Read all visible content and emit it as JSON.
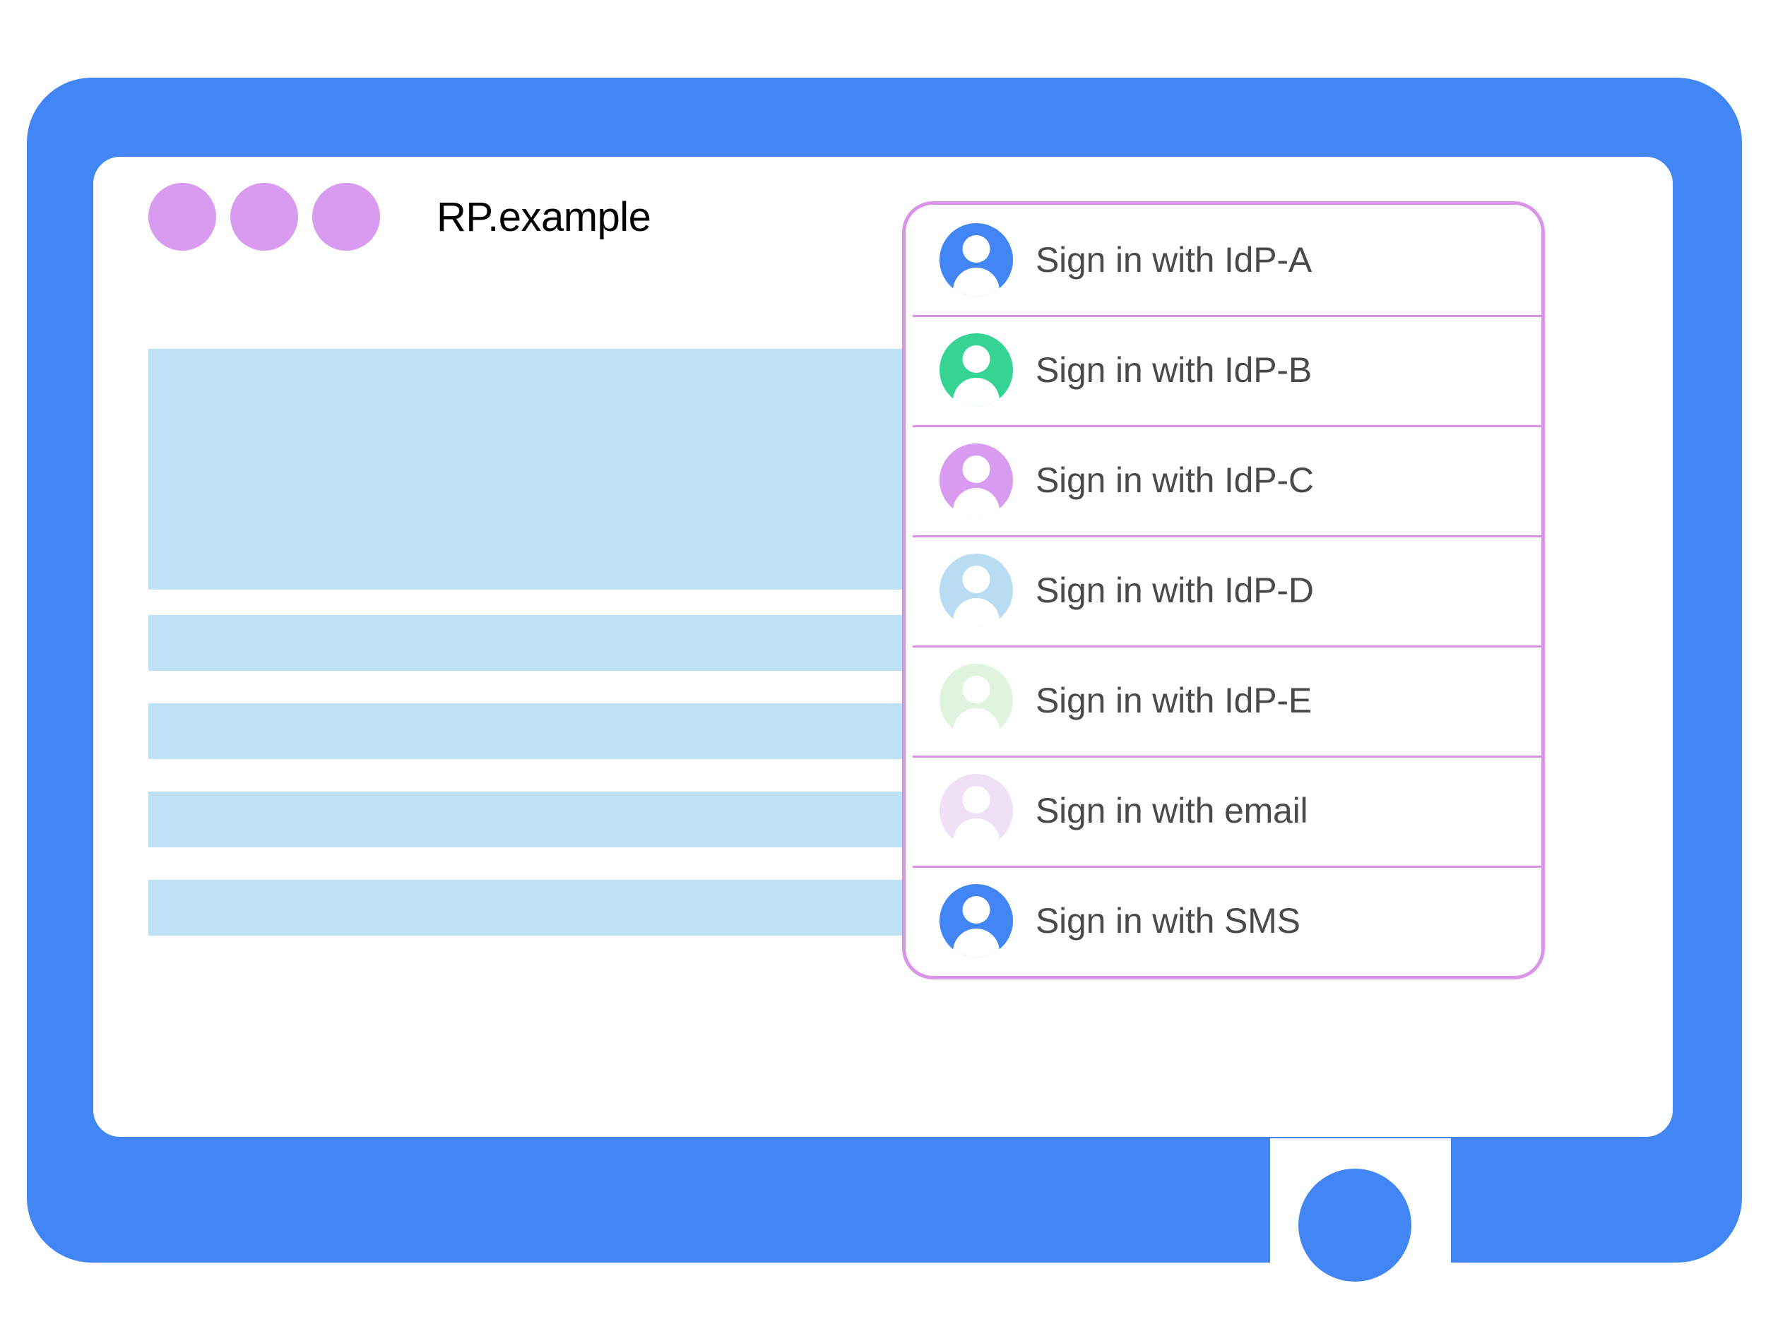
{
  "window": {
    "title": "RP.example",
    "title_bar_dots": [
      "dot-1",
      "dot-2",
      "dot-3"
    ],
    "frame_color": "#4285F4",
    "dot_color": "#D89BF0",
    "home_button": "home-button"
  },
  "content": {
    "placeholder_color": "#BEE1F5",
    "blocks": [
      {
        "name": "hero-block",
        "type": "hero"
      },
      {
        "name": "text-bar-1",
        "type": "bar"
      },
      {
        "name": "text-bar-2",
        "type": "bar"
      },
      {
        "name": "text-bar-3",
        "type": "bar"
      },
      {
        "name": "text-bar-4",
        "type": "bar"
      }
    ]
  },
  "account_chooser": {
    "border_color": "#DB93E8",
    "divider_color": "#DB93E8",
    "label_color": "#4A4A4A",
    "accounts": [
      {
        "label": "Sign in with IdP-A",
        "avatar_color": "#4285F4",
        "icon": "person-avatar-icon"
      },
      {
        "label": "Sign in with IdP-B",
        "avatar_color": "#35D494",
        "icon": "person-avatar-icon"
      },
      {
        "label": "Sign in with IdP-C",
        "avatar_color": "#D89BF0",
        "icon": "person-avatar-icon"
      },
      {
        "label": "Sign in with IdP-D",
        "avatar_color": "#B8DCF2",
        "icon": "person-avatar-icon"
      },
      {
        "label": "Sign in with IdP-E",
        "avatar_color": "#DFF3DE",
        "icon": "person-avatar-icon"
      },
      {
        "label": "Sign in with email",
        "avatar_color": "#EFE0F5",
        "icon": "person-avatar-icon"
      },
      {
        "label": "Sign in with SMS",
        "avatar_color": "#4285F4",
        "icon": "person-avatar-icon"
      }
    ]
  }
}
